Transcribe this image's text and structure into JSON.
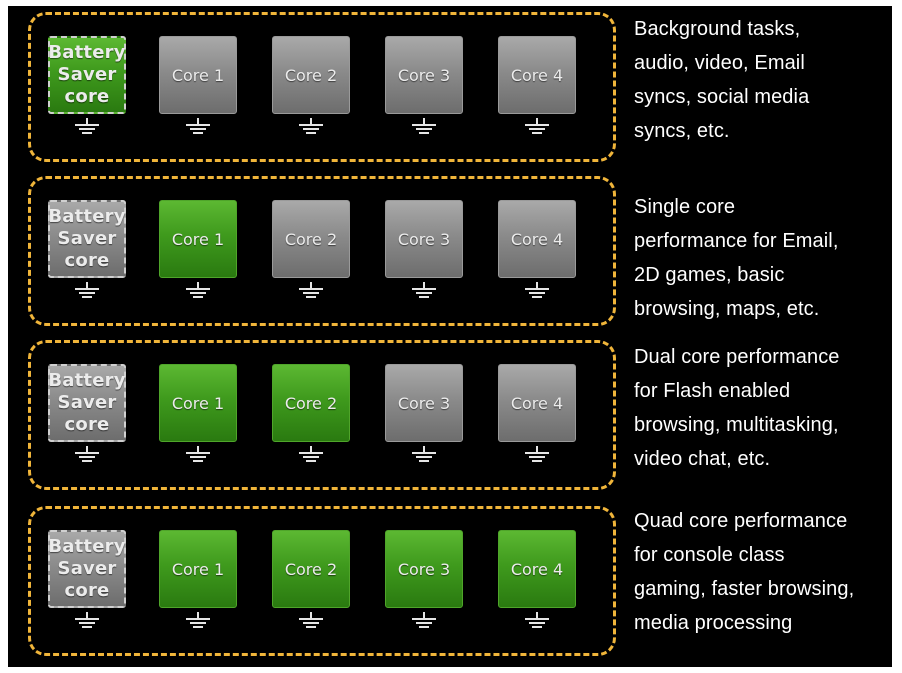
{
  "colors": {
    "background": "#000000",
    "dashed_border": "#f0b53a",
    "core_active": "#3f9a1d",
    "core_idle": "#8b8b8b",
    "text": "#ffffff"
  },
  "rows": [
    {
      "battery_saver": {
        "lines": [
          "Battery",
          "Saver",
          "core"
        ],
        "active": true
      },
      "cores": [
        {
          "label": "Core 1",
          "active": false
        },
        {
          "label": "Core 2",
          "active": false
        },
        {
          "label": "Core 3",
          "active": false
        },
        {
          "label": "Core 4",
          "active": false
        }
      ],
      "description": [
        "Background tasks,",
        "audio, video, Email",
        "syncs, social media",
        "syncs, etc."
      ]
    },
    {
      "battery_saver": {
        "lines": [
          "Battery",
          "Saver",
          "core"
        ],
        "active": false
      },
      "cores": [
        {
          "label": "Core 1",
          "active": true
        },
        {
          "label": "Core 2",
          "active": false
        },
        {
          "label": "Core 3",
          "active": false
        },
        {
          "label": "Core 4",
          "active": false
        }
      ],
      "description": [
        "Single core",
        "performance for Email,",
        "2D games, basic",
        "browsing, maps, etc."
      ]
    },
    {
      "battery_saver": {
        "lines": [
          "Battery",
          "Saver",
          "core"
        ],
        "active": false
      },
      "cores": [
        {
          "label": "Core 1",
          "active": true
        },
        {
          "label": "Core 2",
          "active": true
        },
        {
          "label": "Core 3",
          "active": false
        },
        {
          "label": "Core 4",
          "active": false
        }
      ],
      "description": [
        "Dual core performance",
        "for Flash enabled",
        "browsing, multitasking,",
        "video chat, etc."
      ]
    },
    {
      "battery_saver": {
        "lines": [
          "Battery",
          "Saver",
          "core"
        ],
        "active": false
      },
      "cores": [
        {
          "label": "Core 1",
          "active": true
        },
        {
          "label": "Core 2",
          "active": true
        },
        {
          "label": "Core 3",
          "active": true
        },
        {
          "label": "Core 4",
          "active": true
        }
      ],
      "description": [
        "Quad core performance",
        "for console class",
        "gaming, faster browsing,",
        "media processing"
      ]
    }
  ]
}
